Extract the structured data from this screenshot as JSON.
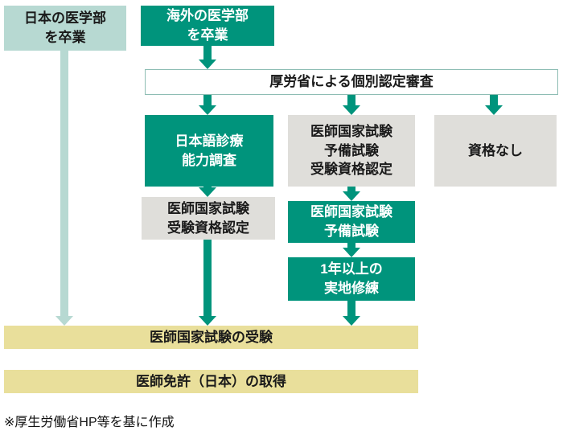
{
  "colors": {
    "teal": "#00947c",
    "light_teal": "#b7d9d2",
    "gray": "#dfdeda",
    "yellow": "#e9df9b",
    "outline_border": "#8ebdb4"
  },
  "nodes": {
    "japan_grad": "日本の医学部\nを卒業",
    "overseas_grad": "海外の医学部\nを卒業",
    "mhlw_review": "厚労省による個別認定審査",
    "japanese_clinical": "日本語診療\n能力調査",
    "prelim_eligibility": "医師国家試験\n予備試験\n受験資格認定",
    "no_qualification": "資格なし",
    "exam_eligibility": "医師国家試験\n受験資格認定",
    "prelim_exam": "医師国家試験\n予備試験",
    "practical_training": "1年以上の\n実地修練",
    "national_exam": "医師国家試験の受験",
    "license": "医師免許（日本）の取得"
  },
  "footer": {
    "source_note": "※厚生労働省HP等を基に作成"
  }
}
